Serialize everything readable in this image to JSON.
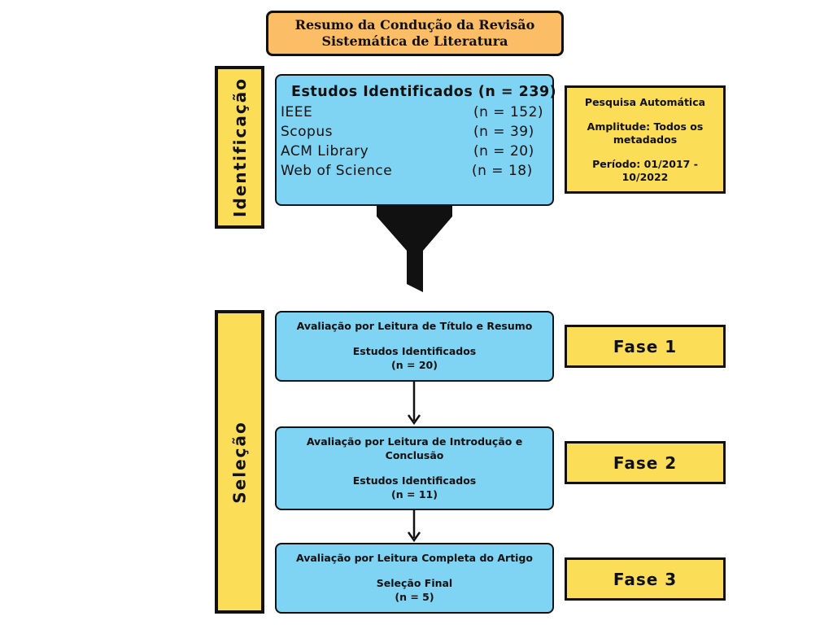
{
  "title": {
    "line1": "Resumo da Condução da Revisão",
    "line2": "Sistemática de Literatura"
  },
  "identification": {
    "side_label": "Identificação",
    "studies_heading": "Estudos Identificados (n = 239)",
    "sources": [
      {
        "name": "IEEE",
        "count": "(n = 152)"
      },
      {
        "name": "Scopus",
        "count": "(n = 39)"
      },
      {
        "name": "ACM Library",
        "count": "(n = 20)"
      },
      {
        "name": "Web of Science",
        "count": "(n = 18)"
      }
    ],
    "search_info": {
      "line1": "Pesquisa Automática",
      "line2": "Amplitude: Todos os",
      "line3": "metadados",
      "line4": "Período: 01/2017 -",
      "line5": "10/2022"
    }
  },
  "selection": {
    "side_label": "Seleção",
    "stages": [
      {
        "heading": [
          "Avaliação por Leitura de Título e Resumo"
        ],
        "sub": "Estudos Identificados",
        "count": "(n = 20)",
        "phase": "Fase 1"
      },
      {
        "heading": [
          "Avaliação por Leitura de Introdução e",
          "Conclusão"
        ],
        "sub": "Estudos Identificados",
        "count": "(n = 11)",
        "phase": "Fase 2"
      },
      {
        "heading": [
          "Avaliação por Leitura Completa do Artigo"
        ],
        "sub": "Seleção Final",
        "count": "(n = 5)",
        "phase": "Fase 3"
      }
    ]
  },
  "colors": {
    "blue": "#7fd3f3",
    "yellow": "#fbdd58",
    "orange": "#fbbd66",
    "line": "#111111"
  }
}
